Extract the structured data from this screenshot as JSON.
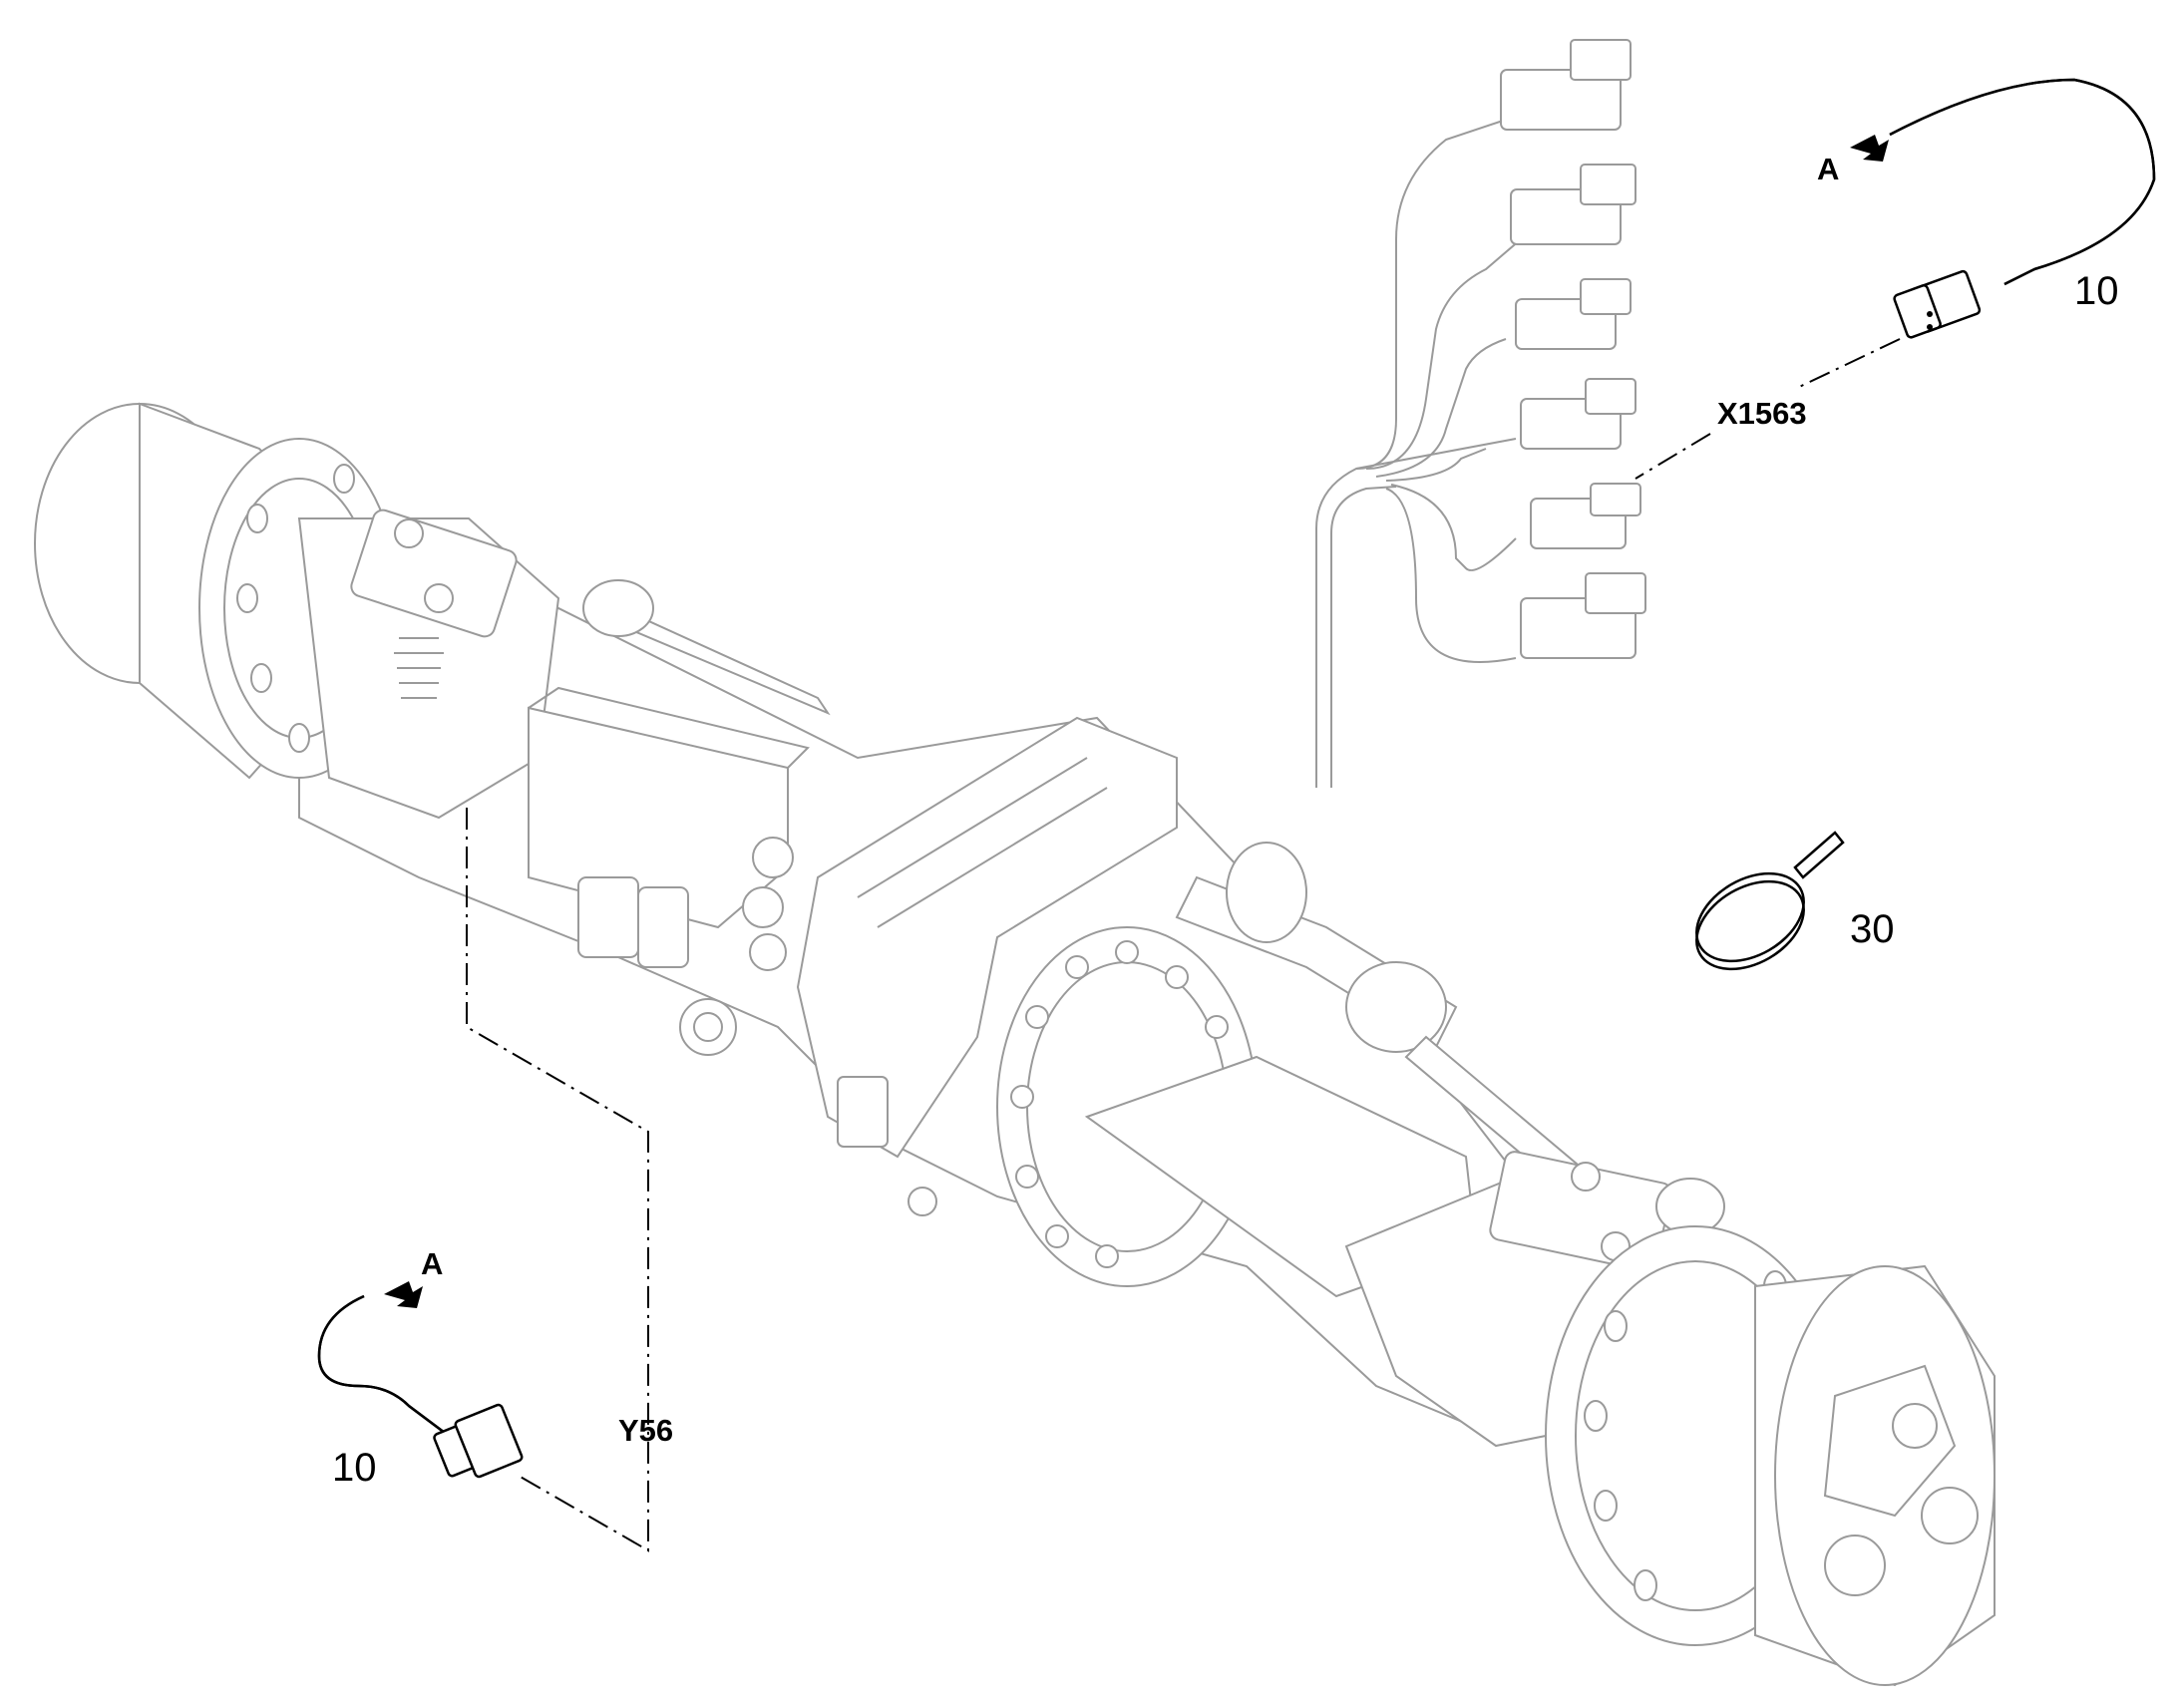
{
  "labels": {
    "ref_left_sensor": "10",
    "ref_right_sensor": "10",
    "ref_cable_tie": "30",
    "code_connector": "X1563",
    "code_valve": "Y56",
    "view_marker_left": "A",
    "view_marker_right": "A"
  },
  "colors": {
    "background": "#ffffff",
    "assembly_line": "#9a9a9a",
    "part_line": "#000000"
  }
}
